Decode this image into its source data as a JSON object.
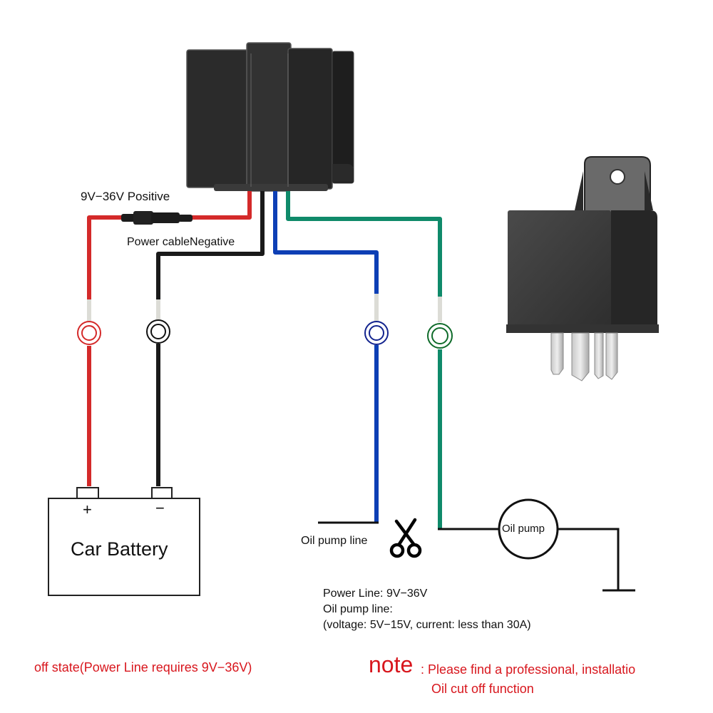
{
  "labels": {
    "positive": "9V−36V Positive",
    "negative": "Power cableNegative",
    "battery": "Car Battery",
    "battery_plus": "+",
    "battery_minus": "−",
    "oil_pump_line": "Oil pump line",
    "oil_pump": "Oil pump"
  },
  "specs": {
    "line1": "Power Line: 9V−36V",
    "line2": "Oil pump line:",
    "line3": "(voltage: 5V−15V, current: less than 30A)"
  },
  "footer": {
    "off_state": "off state(Power Line requires 9V−36V)",
    "note_word": "note",
    "note_text": ": Please find a professional, installatio",
    "note_line2": "Oil cut off function"
  },
  "colors": {
    "red_wire": "#d42a2a",
    "black_wire": "#1a1a1a",
    "blue_wire": "#0d3fb5",
    "green_wire": "#0f8a6a",
    "note_red": "#d8161d"
  },
  "icons": {
    "cut": "scissors-icon"
  }
}
